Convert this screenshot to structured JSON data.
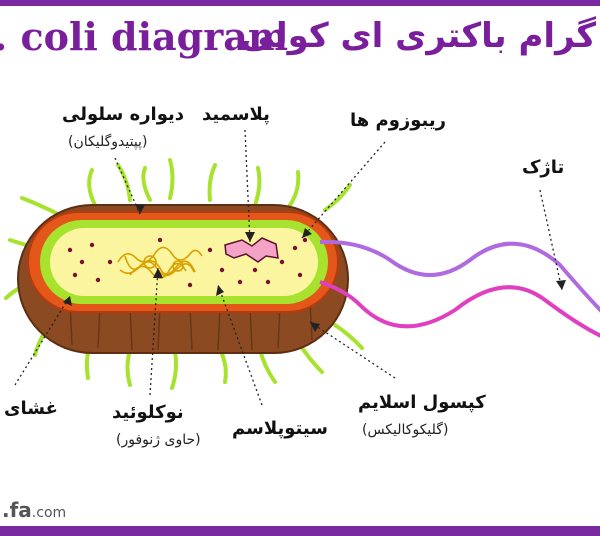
{
  "title": {
    "english": ". coli diagram",
    "persian": "گرام باکتری ای کولی"
  },
  "labels": {
    "cell_wall": "دیواره سلولی",
    "cell_wall_sub": "(پپتیدوگلیکان)",
    "plasmid": "پلاسمید",
    "ribosomes": "ریبوزوم ها",
    "flagellum": "تاژک",
    "membrane": "غشای",
    "nucleoid": "نوکلوئید",
    "nucleoid_sub": "(حاوی ژنوفور)",
    "cytoplasm": "سیتوپلاسم",
    "capsule": "کپسول اسلایم",
    "capsule_sub": "(گلیکوکالیکس)"
  },
  "watermark": {
    "main": ".fa",
    "suffix": ".com"
  },
  "colors": {
    "frame": "#7a2aa0",
    "title": "#7a1f9c",
    "capsule": "#8b4a22",
    "wall": "#e4571b",
    "membrane": "#a6e22e",
    "cytoplasm": "#fbf5a0",
    "pili": "#a6e22e",
    "plasmid": "#f4a3c7",
    "nucleoid": "#d9a000",
    "flagellum_pink": "#e040c0",
    "flagellum_purple": "#b06ae0"
  }
}
